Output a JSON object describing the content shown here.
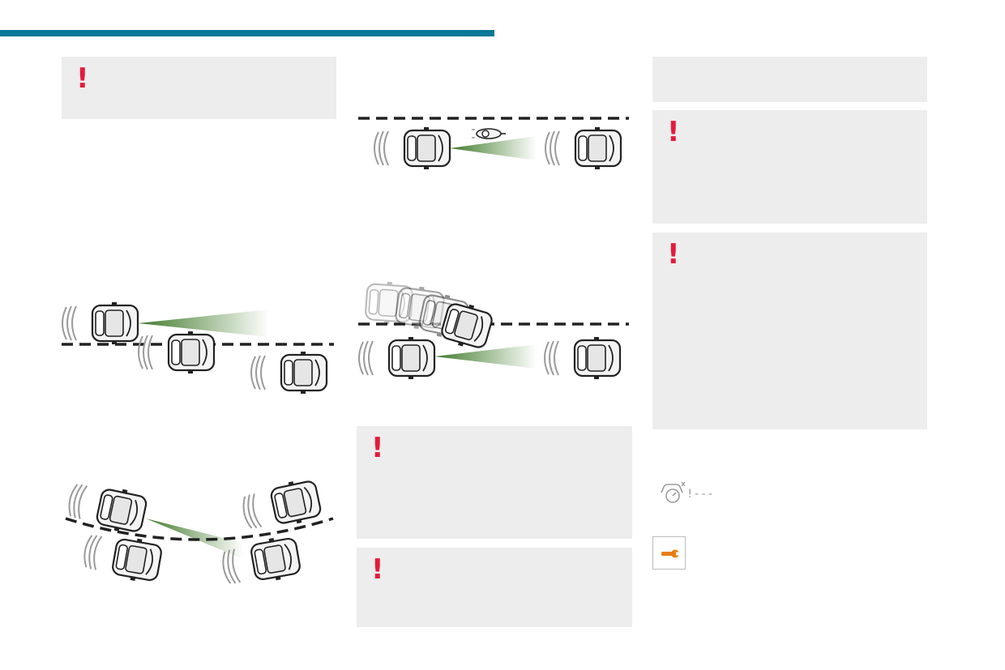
{
  "page": {
    "header_bar_color": "#0a7897",
    "warning_color": "#e41b3b",
    "callout_background": "#ededed"
  },
  "warnings": {
    "mark": "!"
  },
  "icons": {
    "warning": "exclamation-icon",
    "speed_limit_system": "speed-limit-system-icon",
    "speed_limit_display": "!---",
    "service": "wrench-icon",
    "service_color": "#e87f10"
  },
  "illustrations": {
    "overtaking": "car-overtaking-illustration",
    "curve": "car-curve-illustration",
    "motorcycle": "motorcycle-in-lane-illustration",
    "cut_in": "car-cutting-in-illustration",
    "beam_color": "#3f7a2a"
  }
}
